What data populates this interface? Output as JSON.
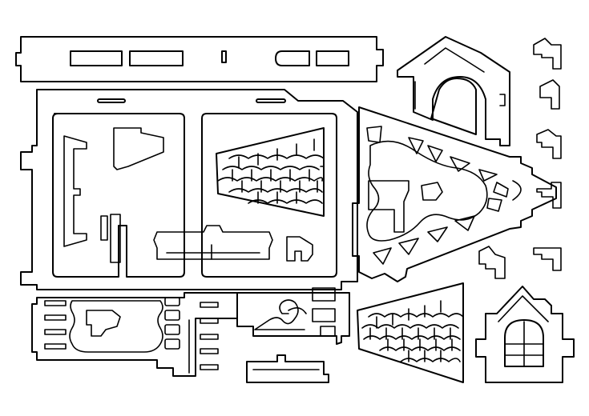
{
  "sheet": {
    "background": "#ffffff",
    "line_color": "#000000",
    "parts": [
      "top-rail",
      "main-frame-board",
      "roof-panel-large",
      "roof-panel-small",
      "gable-triangle",
      "front-arch-frame",
      "small-house-front",
      "bracket-pieces",
      "bench-panel",
      "fence-panel",
      "ornament-scroll",
      "base-bar"
    ]
  }
}
